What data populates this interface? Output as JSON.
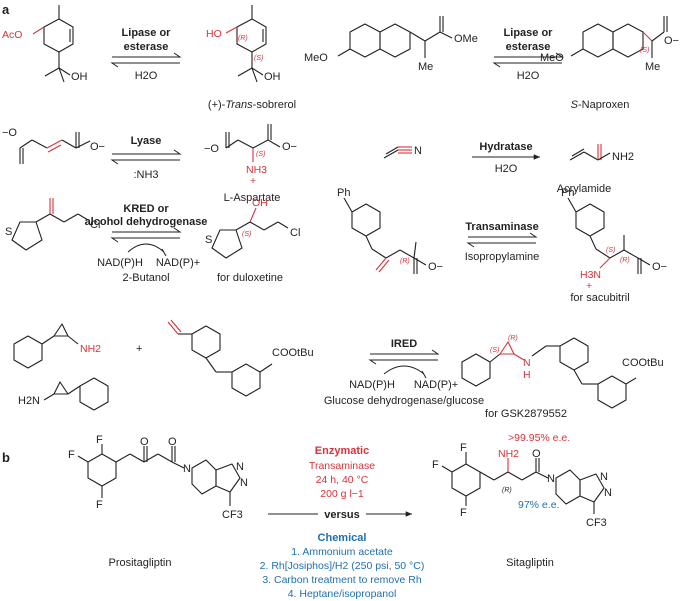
{
  "colors": {
    "ink": "#231f20",
    "red": "#d7333b",
    "blue": "#1f6fb3"
  },
  "panel_a": {
    "label": "a",
    "r1": {
      "sobrerol": {
        "reagent": "Lipase or",
        "reagent2": "esterase",
        "cond": "H2O",
        "sm_aco": "AcO",
        "sm_oh": "OH",
        "prod_ho": "HO",
        "prod_oh": "OH",
        "stereo_r": "(R)",
        "stereo_s": "(S)",
        "name_prefix": "(+)-",
        "name_italic": "Trans",
        "name_rest": "-sobrerol"
      },
      "naproxen": {
        "reagent": "Lipase or",
        "reagent2": "esterase",
        "cond": "H2O",
        "meo1": "MeO",
        "ome": "OMe",
        "me1": "Me",
        "meo2": "MeO",
        "me2": "Me",
        "stereo": "(S)",
        "name_italic": "S",
        "name_rest": "-Naproxen",
        "o_minus": "O−"
      }
    },
    "r2": {
      "aspartate": {
        "reagent": "Lyase",
        "cond": ":NH3",
        "o1": "−O",
        "o2": "O−",
        "o3": "−O",
        "o4": "O−",
        "nh3": "NH3",
        "plus": "+",
        "stereo": "(S)",
        "name": "L-Aspartate"
      },
      "acrylamide": {
        "reagent": "Hydratase",
        "cond": "H2O",
        "n": "N",
        "nh2": "NH2",
        "name": "Acrylamide"
      }
    },
    "r3": {
      "duloxetine": {
        "reagent": "KRED or",
        "reagent2": "alcohol dehydrogenase",
        "s1": "S",
        "cl1": "Cl",
        "s2": "S",
        "cl2": "Cl",
        "oh": "OH",
        "stereo": "(S)",
        "cof1": "NAD(P)H",
        "cof2": "NAD(P)+",
        "cosub": "2-Butanol",
        "name": "for duloxetine"
      },
      "sacubitril": {
        "reagent": "Transaminase",
        "cond": "Isopropylamine",
        "ph1": "Ph",
        "ph2": "Ph",
        "o_minus1": "O−",
        "o_minus2": "O−",
        "stereo_r1": "(R)",
        "stereo_s": "(S)",
        "stereo_r2": "(R)",
        "nh3": "H3N",
        "plus": "+",
        "name": "for sacubitril"
      }
    },
    "r4": {
      "reagent": "IRED",
      "nh2_1": "NH2",
      "h2n_2": "H2N",
      "plus_sign": "+",
      "coo1": "COOtBu",
      "coo2": "COOtBu",
      "nh": "N",
      "h": "H",
      "stereo_s": "(S)",
      "stereo_r": "(R)",
      "cof1": "NAD(P)H",
      "cof2": "NAD(P)+",
      "cosub": "Glucose dehydrogenase/glucose",
      "name": "for GSK2879552"
    }
  },
  "panel_b": {
    "label": "b",
    "sm_name": "Prositagliptin",
    "product_name": "Sitagliptin",
    "versus": "versus",
    "enzymatic": {
      "title": "Enzymatic",
      "lines": [
        "Transaminase",
        "24 h, 40 °C",
        "200 g l−1"
      ],
      "ee": ">99.95% e.e."
    },
    "chemical": {
      "title": "Chemical",
      "lines": [
        "1. Ammonium acetate",
        "2. Rh[Josiphos]/H2 (250 psi, 50 °C)",
        "3. Carbon treatment to remove Rh",
        "4. Heptane/isopropanol"
      ],
      "ee": "97% e.e."
    },
    "atoms": {
      "f": "F",
      "o": "O",
      "n": "N",
      "cf3": "CF3",
      "nh2": "NH2",
      "stereo": "(R)"
    }
  }
}
